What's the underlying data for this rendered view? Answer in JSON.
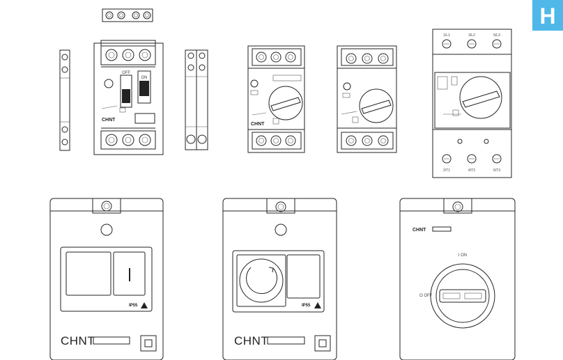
{
  "corner_badge": {
    "letter": "H",
    "color": "#4fb8e8"
  },
  "units": {
    "unit2": {
      "brand": "CHNT",
      "off_label": "OFF",
      "on_label": "ON"
    },
    "unit4": {
      "brand": "CHNT"
    },
    "unit6": {
      "top_terminals": [
        "1/L1",
        "3/L2",
        "5/L3"
      ],
      "bottom_terminals": [
        "2/T1",
        "4/T2",
        "6/T3"
      ]
    }
  },
  "enclosures": [
    {
      "brand": "CHNT",
      "ip_rating": "IP55"
    },
    {
      "brand": "CHNT",
      "ip_rating": "IP55"
    },
    {
      "brand": "CHNT",
      "off_label": "O OFF",
      "on_label": "I  ON"
    }
  ]
}
